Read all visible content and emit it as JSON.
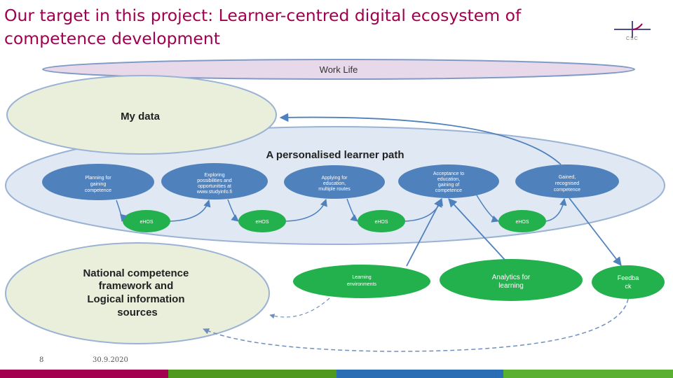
{
  "slide": {
    "title": "Our target in this project: Learner-centred digital ecosystem of competence development",
    "logo_text": "CSC",
    "page_number": "8",
    "date": "30.9.2020"
  },
  "diagram": {
    "work_life": "Work Life",
    "my_data": "My data",
    "learner_path": "A personalised learner path",
    "steps": [
      "Planning for gaining competence",
      "Exploring possibilities and opportunities at www.studyinfo.fi",
      "Applying for education, multiple routes",
      "Acceptance to education, gaining of competence",
      "Gained, recognised competence"
    ],
    "small_nodes": [
      "eHOS",
      "eHOS",
      "eHOS",
      "eHOS"
    ],
    "national": "National competence framework and Logical information sources",
    "learning_env": "Learning environments",
    "analytics": "Analytics for learning",
    "feedback": "Feedback"
  },
  "colors": {
    "title": "#a0004f",
    "work_life_fill": "#e8d9ea",
    "my_data_fill": "#eaefdc",
    "path_fill": "#dfe8f3",
    "blue_node": "#4f81bd",
    "green_node": "#23b14d",
    "arrow": "#4f81bd",
    "footer_bars": [
      "#a3004f",
      "#4f9a1e",
      "#2a6db5",
      "#5ab031"
    ]
  }
}
